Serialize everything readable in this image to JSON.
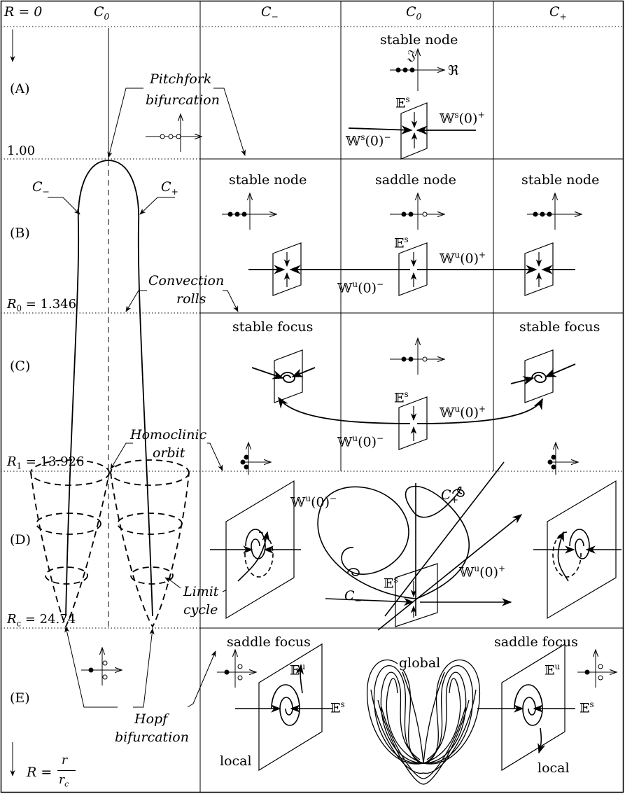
{
  "header": {
    "r_zero": "R = 0",
    "c0_left": "C",
    "c0_left_sub": "0",
    "c_minus": "C",
    "c_minus_sub": "−",
    "c0_mid": "C",
    "c0_mid_sub": "0",
    "c_plus": "C",
    "c_plus_sub": "+"
  },
  "rows": {
    "a": "(A)",
    "b": "(B)",
    "c": "(C)",
    "d": "(D)",
    "e": "(E)"
  },
  "thresholds": {
    "one": "1.00",
    "r0": "R",
    "r0_sub": "0",
    "r0_val": " = 1.346",
    "r1": "R",
    "r1_sub": "1",
    "r1_val": " = 13.926",
    "rc": "R",
    "rc_sub": "c",
    "rc_val": " = 24.74"
  },
  "formula": {
    "lhs": "R =",
    "num": "r",
    "den": "r",
    "den_sub": "c"
  },
  "annotations": {
    "pitchfork_1": "Pitchfork",
    "pitchfork_2": "bifurcation",
    "cminus": "C",
    "cminus_sub": "−",
    "cplus": "C",
    "cplus_sub": "+",
    "convection_1": "Convection",
    "convection_2": "rolls",
    "homoclinic_1": "Homoclinic",
    "homoclinic_2": "orbit",
    "limit_1": "Limit",
    "limit_2": "cycle",
    "hopf_1": "Hopf",
    "hopf_2": "bifurcation"
  },
  "cells": {
    "a_title": "stable node",
    "a_im": "𝔍",
    "a_re": "ℜ",
    "b_left": "stable node",
    "b_mid": "saddle node",
    "b_right": "stable node",
    "c_left": "stable focus",
    "c_right": "stable focus",
    "e_left": "saddle focus",
    "e_right": "saddle focus",
    "e_global": "global",
    "e_local_left": "local",
    "e_local_right": "local"
  },
  "manifolds": {
    "es": "𝔼",
    "es_sup": "s",
    "eu": "𝔼",
    "eu_sup": "u",
    "ws_minus": "𝕎",
    "ws_minus_rest": "(0)",
    "ws_minus_sup1": "s",
    "ws_minus_sup2": "−",
    "ws_plus": "𝕎",
    "ws_plus_rest": "(0)",
    "ws_plus_sup1": "s",
    "ws_plus_sup2": "+",
    "wu_minus": "𝕎",
    "wu_plus": "𝕎",
    "wu_rest": "(0)",
    "wu_sup": "u",
    "minus": "−",
    "plus": "+",
    "cplus_d": "C",
    "cminus_d": "C"
  }
}
